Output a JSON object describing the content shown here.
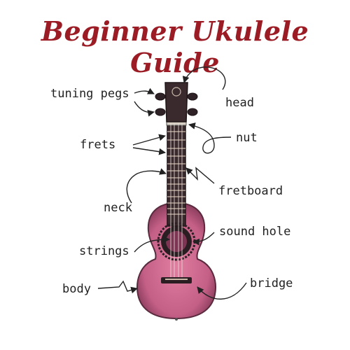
{
  "title": "Beginner Ukulele Guide",
  "labels": {
    "tuning_pegs": "tuning pegs",
    "head": "head",
    "frets": "frets",
    "nut": "nut",
    "fretboard": "fretboard",
    "neck": "neck",
    "sound_hole": "sound hole",
    "strings": "strings",
    "body": "body",
    "bridge": "bridge"
  },
  "colors": {
    "title": "#9b1c24",
    "body_fill": "#d06a8e",
    "body_dark": "#8e3a5d",
    "wood_dark": "#3a2a2e"
  }
}
